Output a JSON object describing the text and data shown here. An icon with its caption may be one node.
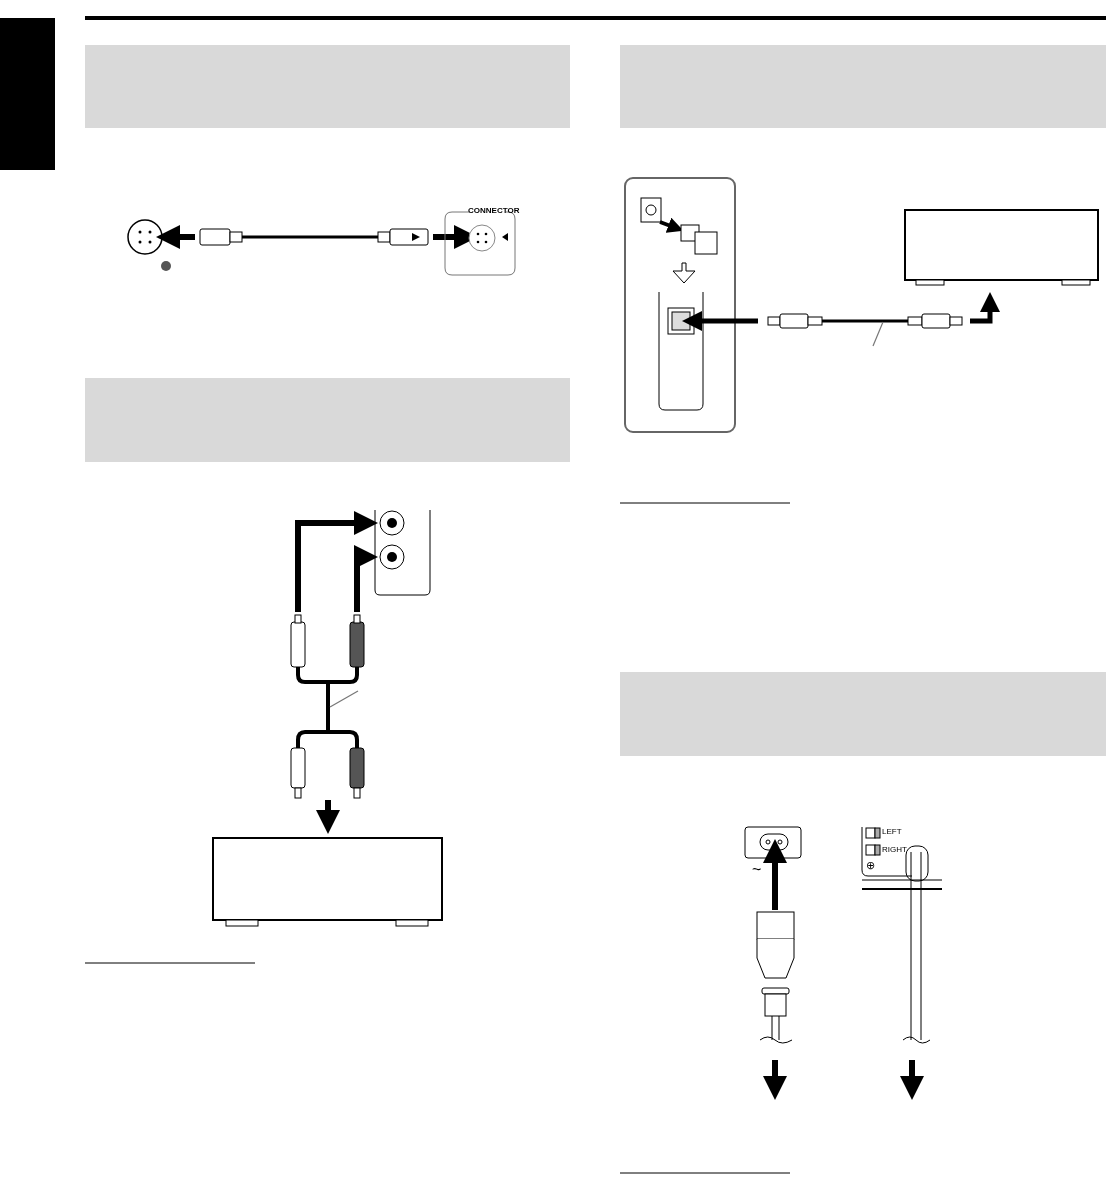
{
  "diagram": {
    "nodes": [
      {
        "text": [],
        "shape": "box"
      },
      {
        "text": [],
        "shape": "box"
      },
      {
        "text": [],
        "shape": "box"
      },
      {
        "text": [],
        "shape": "box"
      }
    ],
    "labels": [
      "CONNECTOR",
      "~",
      "LEFT",
      "RIGHT",
      "⊕"
    ]
  }
}
